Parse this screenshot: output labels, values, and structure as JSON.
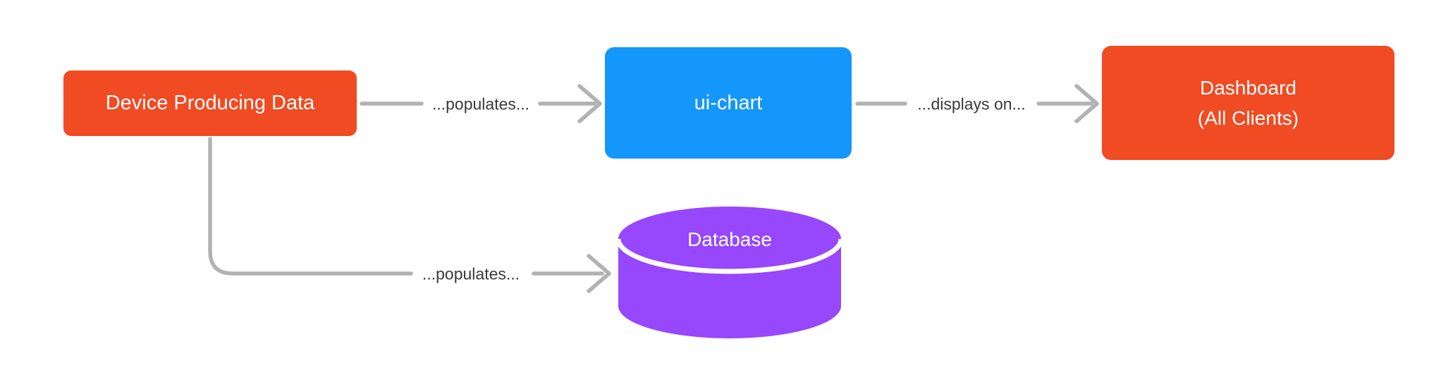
{
  "nodes": {
    "device": {
      "label": "Device Producing Data",
      "fill": "#f04b23",
      "text_color": "#ffffff",
      "shape": "rounded-rect"
    },
    "ui_chart": {
      "label": "ui-chart",
      "fill": "#1497fa",
      "text_color": "#ffffff",
      "shape": "rounded-rect"
    },
    "dashboard": {
      "line1": "Dashboard",
      "line2": "(All Clients)",
      "fill": "#f04b23",
      "text_color": "#ffffff",
      "shape": "rounded-rect"
    },
    "database": {
      "label": "Database",
      "fill": "#9747fc",
      "text_color": "#ffffff",
      "shape": "cylinder"
    }
  },
  "edges": {
    "device_to_uichart": {
      "label": "...populates...",
      "from": "device",
      "to": "ui_chart",
      "style": "straight-arrow"
    },
    "uichart_to_dashboard": {
      "label": "...displays on...",
      "from": "ui_chart",
      "to": "dashboard",
      "style": "straight-arrow"
    },
    "device_to_database": {
      "label": "...populates...",
      "from": "device",
      "to": "database",
      "style": "elbow-arrow"
    }
  },
  "colors": {
    "background": "#ffffff",
    "connector": "#b2b2b2",
    "edge_label_text": "#3a3a3a",
    "node_orange": "#f04b23",
    "node_blue": "#1497fa",
    "node_purple": "#9747fc",
    "node_text": "#ffffff"
  }
}
